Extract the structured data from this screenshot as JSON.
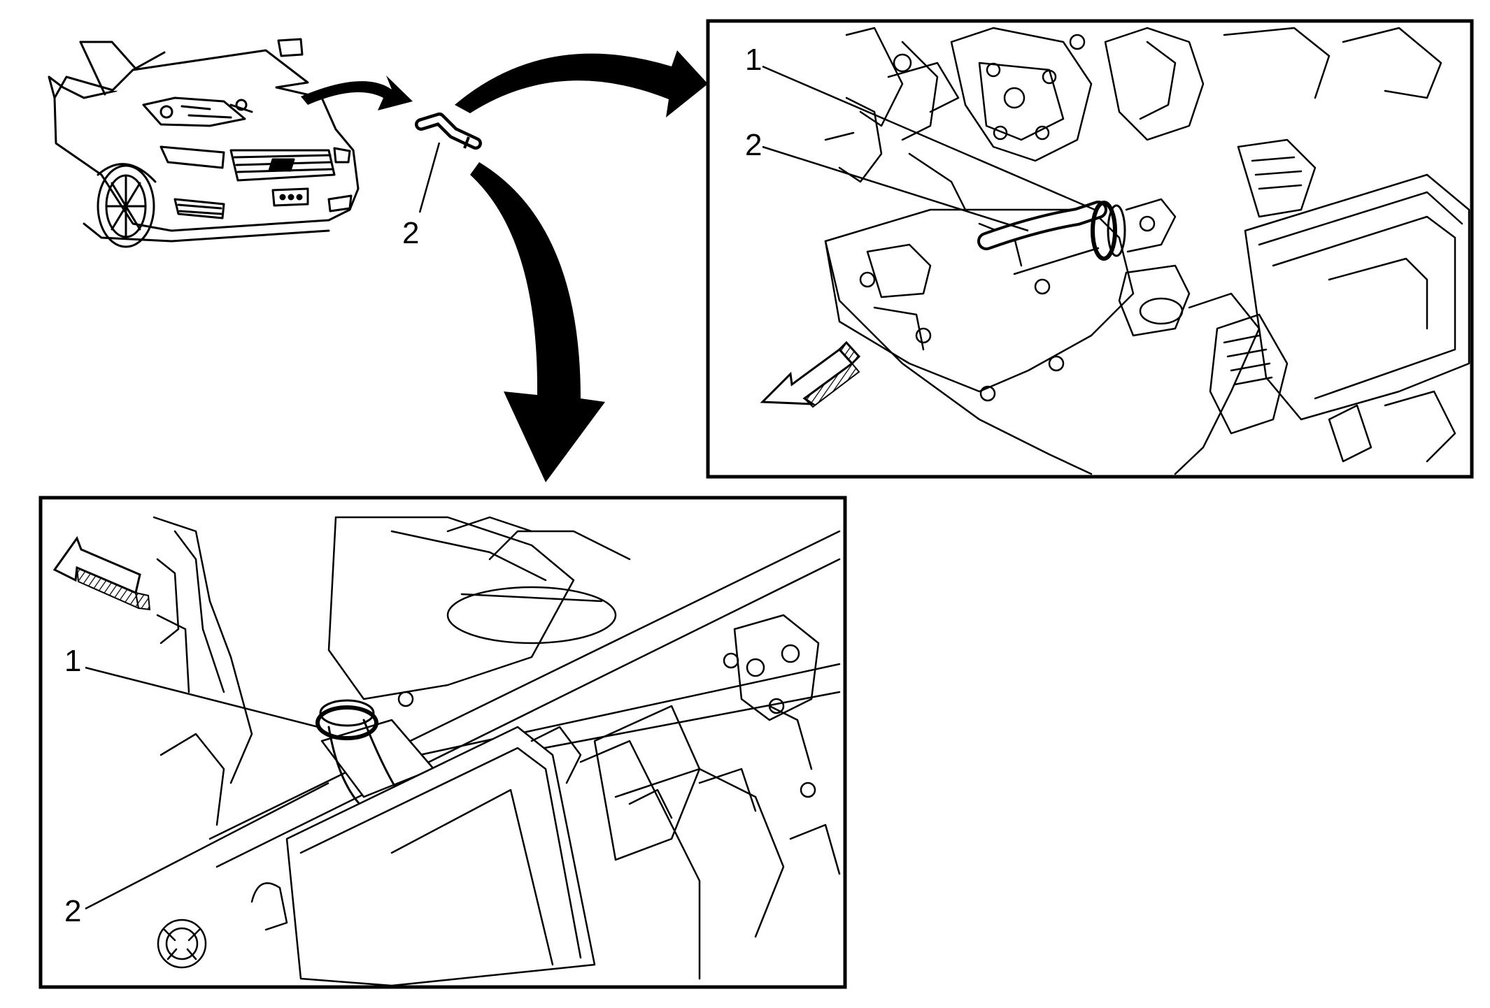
{
  "colors": {
    "ink": "#000000",
    "paper": "#ffffff"
  },
  "overview": {
    "callout_2": "2"
  },
  "detail_top": {
    "callout_1": "1",
    "callout_2": "2"
  },
  "detail_bottom": {
    "callout_1": "1",
    "callout_2": "2"
  },
  "icons": [
    "vehicle-front-icon",
    "hose-icon",
    "pointer-arrow-icon",
    "vehicle-front-direction-icon"
  ]
}
